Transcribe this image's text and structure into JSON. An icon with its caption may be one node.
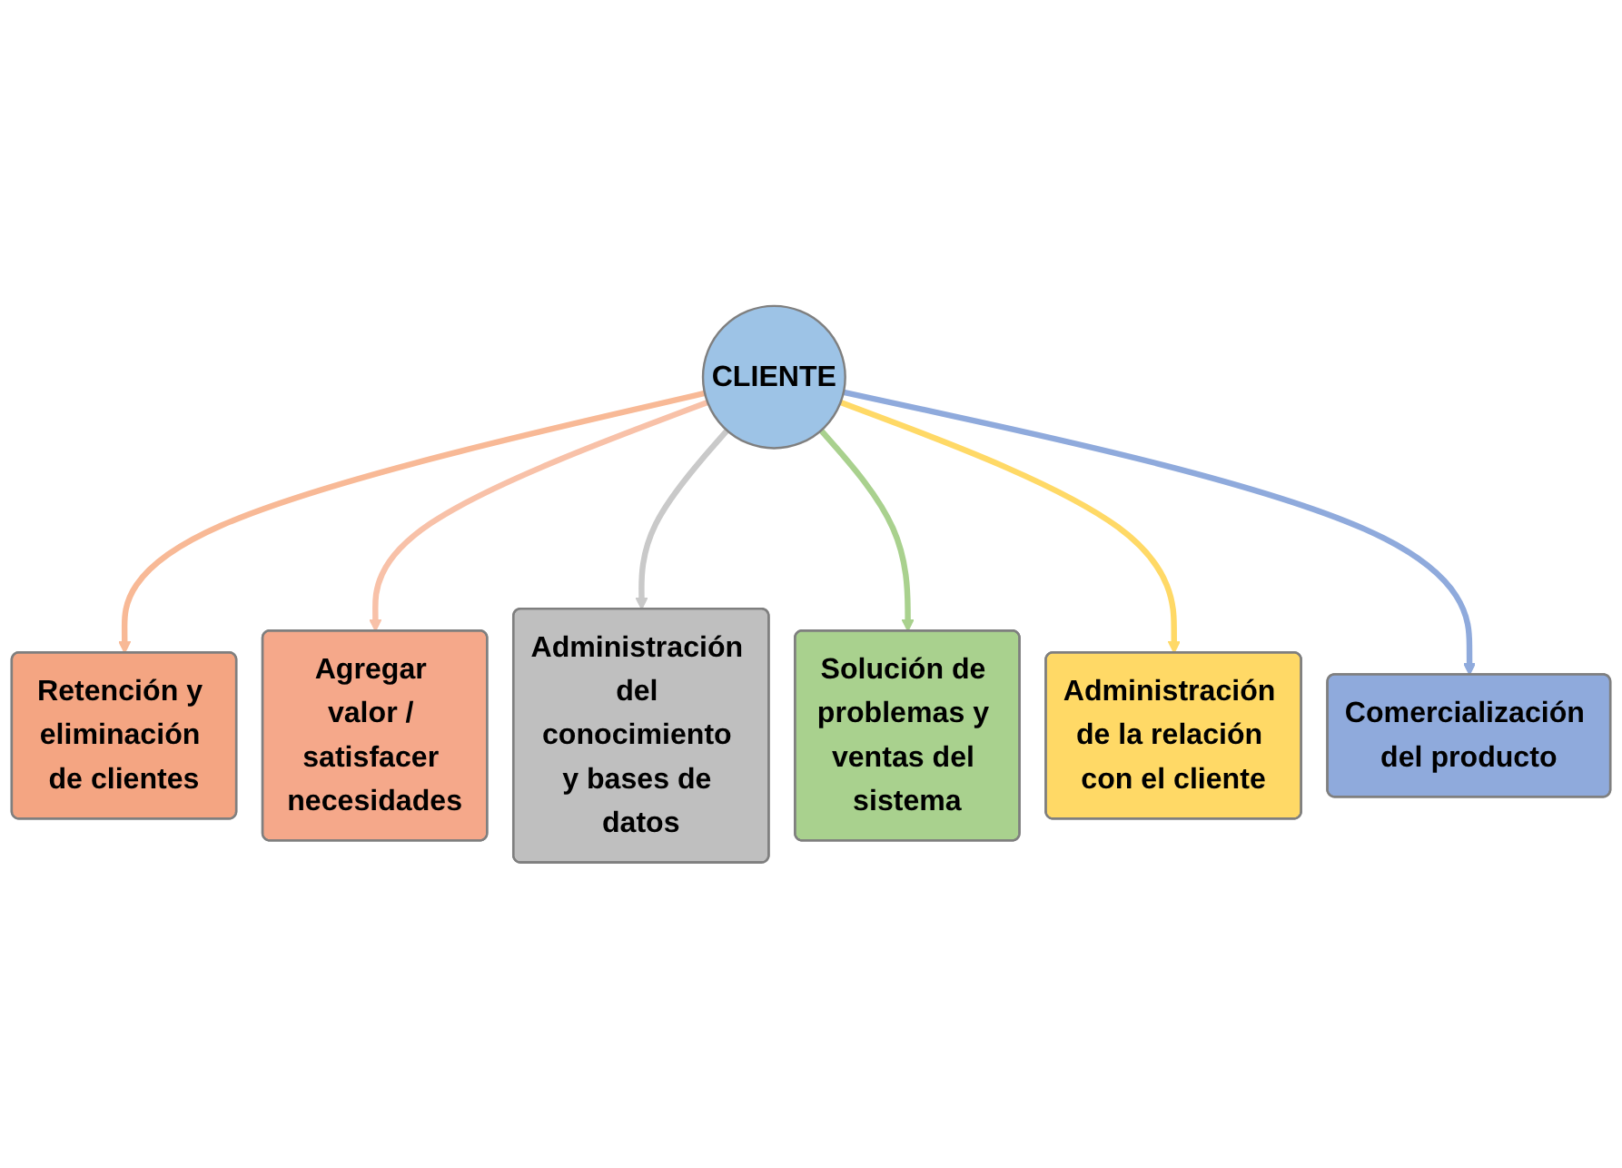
{
  "diagram": {
    "nodes": [
      {
        "text": [
          "CLIENTE"
        ]
      },
      {
        "text": [
          "Retención y eliminación de clientes"
        ]
      },
      {
        "text": [
          "Agregar valor / satisfacer necesidades"
        ]
      },
      {
        "text": [
          "Administración del conocimiento y bases de datos"
        ]
      },
      {
        "text": [
          "Solución de problemas y ventas del sistema"
        ]
      },
      {
        "text": [
          "Administración de la relación con el cliente"
        ]
      },
      {
        "text": [
          "Comercialización del producto"
        ]
      }
    ],
    "edges": [
      {
        "from": 0,
        "to": 1,
        "arrow": "to",
        "color": "#f8b996"
      },
      {
        "from": 0,
        "to": 2,
        "arrow": "to",
        "color": "#f8c1a8"
      },
      {
        "from": 0,
        "to": 3,
        "arrow": "to",
        "color": "#c9c9c9"
      },
      {
        "from": 0,
        "to": 4,
        "arrow": "to",
        "color": "#a9d18e"
      },
      {
        "from": 0,
        "to": 5,
        "arrow": "to",
        "color": "#ffd966"
      },
      {
        "from": 0,
        "to": 6,
        "arrow": "to",
        "color": "#8faadc"
      }
    ]
  }
}
